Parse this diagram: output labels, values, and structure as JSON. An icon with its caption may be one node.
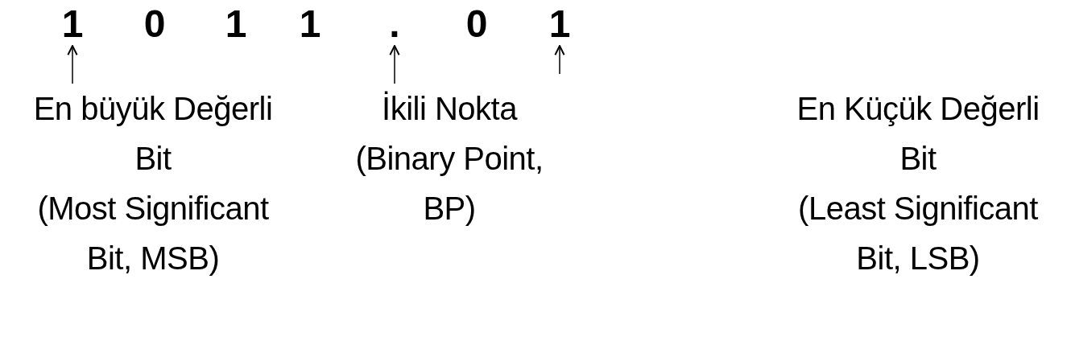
{
  "diagram": {
    "nodes": [
      {
        "text": [
          "1"
        ]
      },
      {
        "text": [
          "0"
        ]
      },
      {
        "text": [
          "1"
        ]
      },
      {
        "text": [
          "1"
        ]
      },
      {
        "text": [
          "."
        ]
      },
      {
        "text": [
          "0"
        ]
      },
      {
        "text": [
          "1"
        ]
      },
      {
        "text": [
          "En büyük Değerli Bit",
          "(Most Significant Bit, MSB)"
        ]
      },
      {
        "text": [
          "İkili Nokta",
          "(Binary Point, BP)"
        ]
      },
      {
        "text": [
          "En Küçük Değerli Bit",
          "(Least Significant Bit, LSB)"
        ]
      }
    ],
    "edges": [
      {
        "from": 7,
        "to": 0,
        "arrow": "to"
      },
      {
        "from": 8,
        "to": 4,
        "arrow": "to"
      },
      {
        "from": null,
        "to": 6,
        "arrow": "to"
      }
    ]
  }
}
